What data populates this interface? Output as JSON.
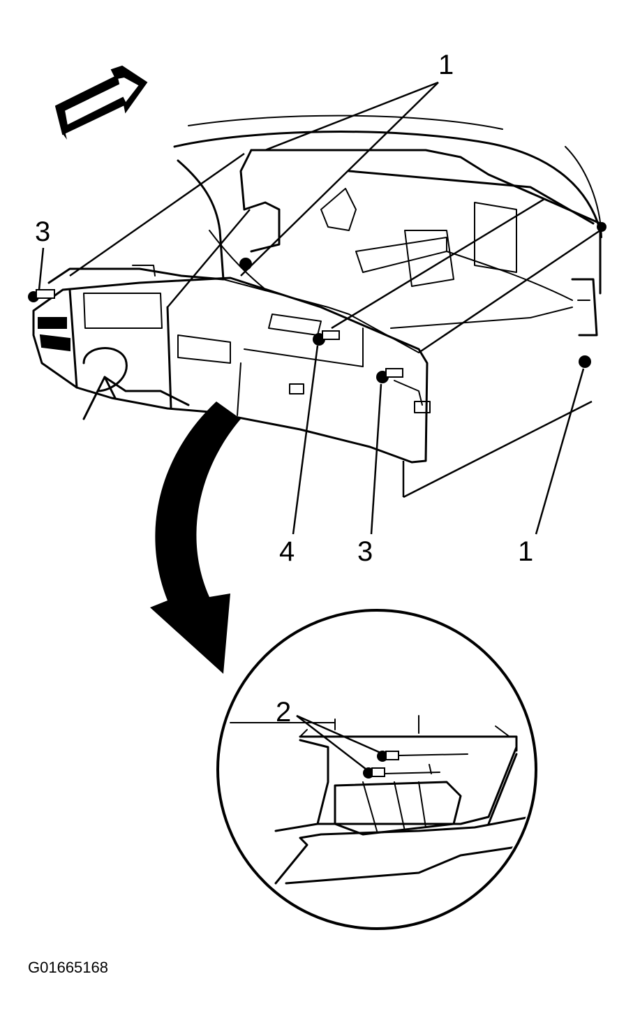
{
  "callouts": {
    "c1_top": "1",
    "c3_left": "3",
    "c4": "4",
    "c3_mid": "3",
    "c1_right": "1",
    "c2": "2"
  },
  "figure_id": "G01665168",
  "colors": {
    "ink": "#000000",
    "paper": "#ffffff"
  }
}
